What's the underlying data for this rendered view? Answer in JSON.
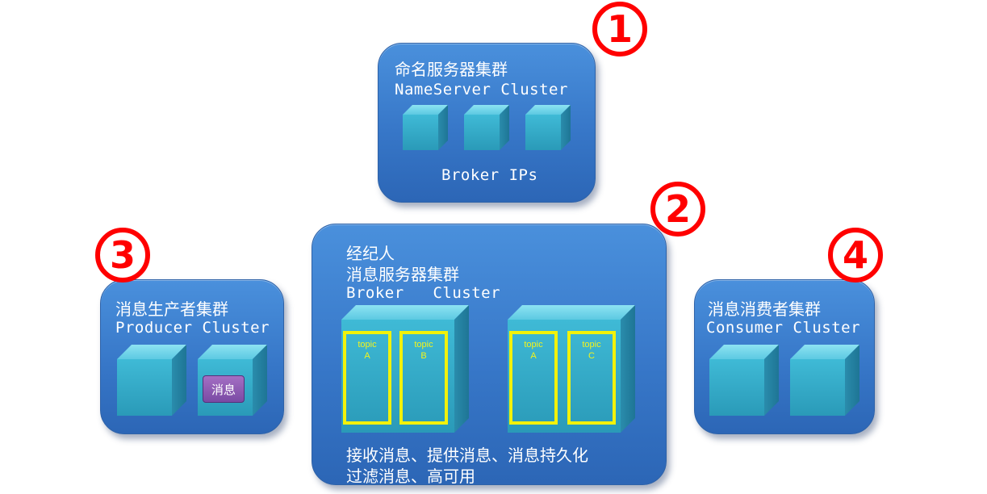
{
  "nameserver": {
    "badge": "1",
    "title_cn": "命名服务器集群",
    "title_en": "NameServer Cluster",
    "footer": "Broker IPs"
  },
  "broker": {
    "badge": "2",
    "line1": "经纪人",
    "line2": "消息服务器集群",
    "title_en": "Broker   Cluster",
    "left_topics": [
      {
        "label": "topic",
        "name": "A"
      },
      {
        "label": "topic",
        "name": "B"
      }
    ],
    "right_topics": [
      {
        "label": "topic",
        "name": "A"
      },
      {
        "label": "topic",
        "name": "C"
      }
    ],
    "features1": "接收消息、提供消息、消息持久化",
    "features2": "过滤消息、高可用"
  },
  "producer": {
    "badge": "3",
    "title_cn": "消息生产者集群",
    "title_en": "Producer Cluster",
    "message_label": "消息"
  },
  "consumer": {
    "badge": "4",
    "title_cn": "消息消费者集群",
    "title_en": "Consumer Cluster"
  },
  "colors": {
    "panel": "#3a7fd0",
    "cube": "#3bb3d0",
    "topic_border": "#f2f20a",
    "badge": "#ff0000"
  }
}
